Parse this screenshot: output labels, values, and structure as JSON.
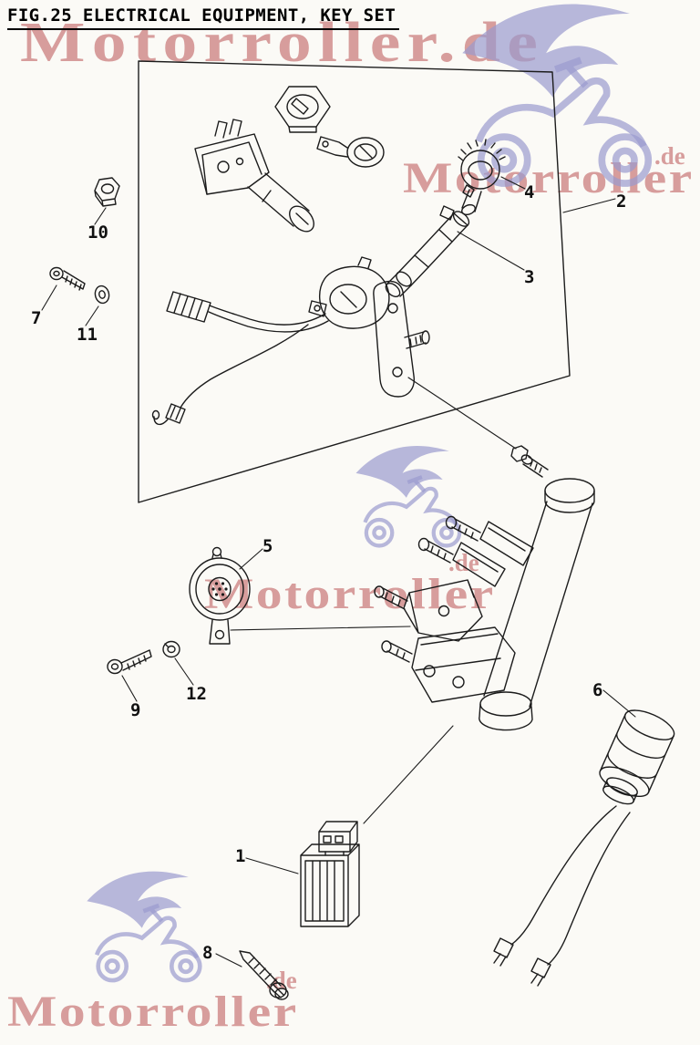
{
  "title": "FIG.25 ELECTRICAL EQUIPMENT, KEY SET",
  "watermark": {
    "full": "Motorroller.de",
    "word": "Motorroller",
    "suffix": ".de"
  },
  "colors": {
    "watermark_text": "rgba(203,125,125,0.75)",
    "watermark_logo": "rgba(154,154,206,0.7)",
    "ink": "#1c1c1c",
    "paper": "#fbfaf6"
  },
  "parts": [
    {
      "label": "1"
    },
    {
      "label": "2"
    },
    {
      "label": "3"
    },
    {
      "label": "4"
    },
    {
      "label": "5"
    },
    {
      "label": "6"
    },
    {
      "label": "7"
    },
    {
      "label": "8"
    },
    {
      "label": "9"
    },
    {
      "label": "10"
    },
    {
      "label": "11"
    },
    {
      "label": "12"
    }
  ]
}
